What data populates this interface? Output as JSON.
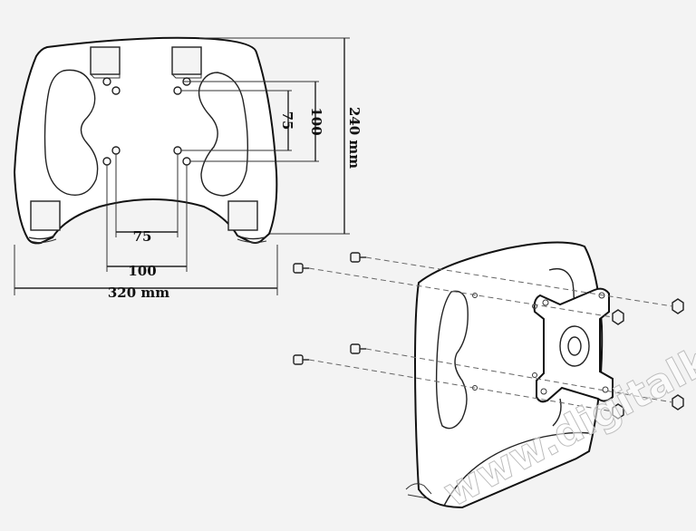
{
  "dimensions": {
    "width_label": "320 mm",
    "height_label": "240 mm",
    "hole_inner_horizontal": "75",
    "hole_outer_horizontal": "100",
    "hole_inner_vertical": "75",
    "hole_outer_vertical": "100"
  },
  "watermark": "www.digitalko.hu",
  "colors": {
    "background": "#f3f3f3",
    "line": "#222222",
    "plate": "#ffffff"
  }
}
